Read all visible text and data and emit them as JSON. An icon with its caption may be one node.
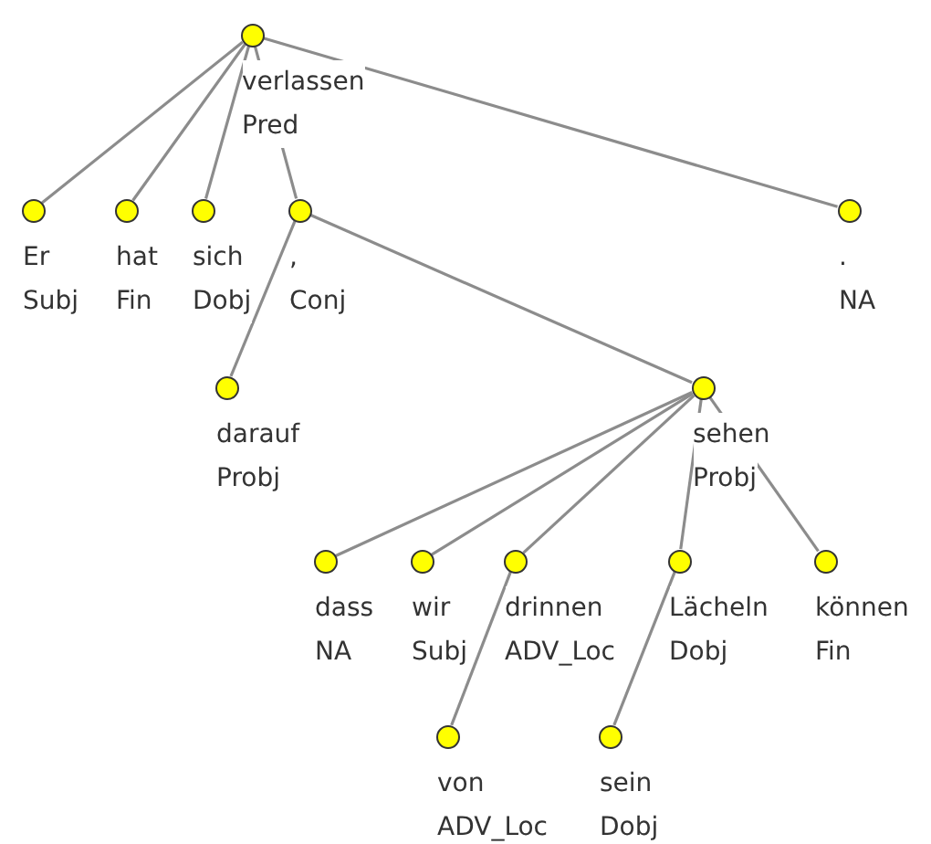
{
  "diagram": {
    "nodes": [
      {
        "text": [
          "verlassen",
          "Pred"
        ]
      },
      {
        "text": [
          "Er",
          "Subj"
        ]
      },
      {
        "text": [
          "hat",
          "Fin"
        ]
      },
      {
        "text": [
          "sich",
          "Dobj"
        ]
      },
      {
        "text": [
          ",",
          "Conj"
        ]
      },
      {
        "text": [
          ".",
          "NA"
        ]
      },
      {
        "text": [
          "darauf",
          "Probj"
        ]
      },
      {
        "text": [
          "sehen",
          "Probj"
        ]
      },
      {
        "text": [
          "dass",
          "NA"
        ]
      },
      {
        "text": [
          "wir",
          "Subj"
        ]
      },
      {
        "text": [
          "drinnen",
          "ADV_Loc"
        ]
      },
      {
        "text": [
          "Lächeln",
          "Dobj"
        ]
      },
      {
        "text": [
          "können",
          "Fin"
        ]
      },
      {
        "text": [
          "von",
          "ADV_Loc"
        ]
      },
      {
        "text": [
          "sein",
          "Dobj"
        ]
      }
    ],
    "edges": [
      {
        "from": 0,
        "to": 1,
        "arrow": "none"
      },
      {
        "from": 0,
        "to": 2,
        "arrow": "none"
      },
      {
        "from": 0,
        "to": 3,
        "arrow": "none"
      },
      {
        "from": 0,
        "to": 4,
        "arrow": "none"
      },
      {
        "from": 0,
        "to": 5,
        "arrow": "none"
      },
      {
        "from": 4,
        "to": 6,
        "arrow": "none"
      },
      {
        "from": 4,
        "to": 7,
        "arrow": "none"
      },
      {
        "from": 7,
        "to": 8,
        "arrow": "none"
      },
      {
        "from": 7,
        "to": 9,
        "arrow": "none"
      },
      {
        "from": 7,
        "to": 10,
        "arrow": "none"
      },
      {
        "from": 7,
        "to": 11,
        "arrow": "none"
      },
      {
        "from": 7,
        "to": 12,
        "arrow": "none"
      },
      {
        "from": 10,
        "to": 13,
        "arrow": "none"
      },
      {
        "from": 11,
        "to": 14,
        "arrow": "none"
      }
    ]
  }
}
